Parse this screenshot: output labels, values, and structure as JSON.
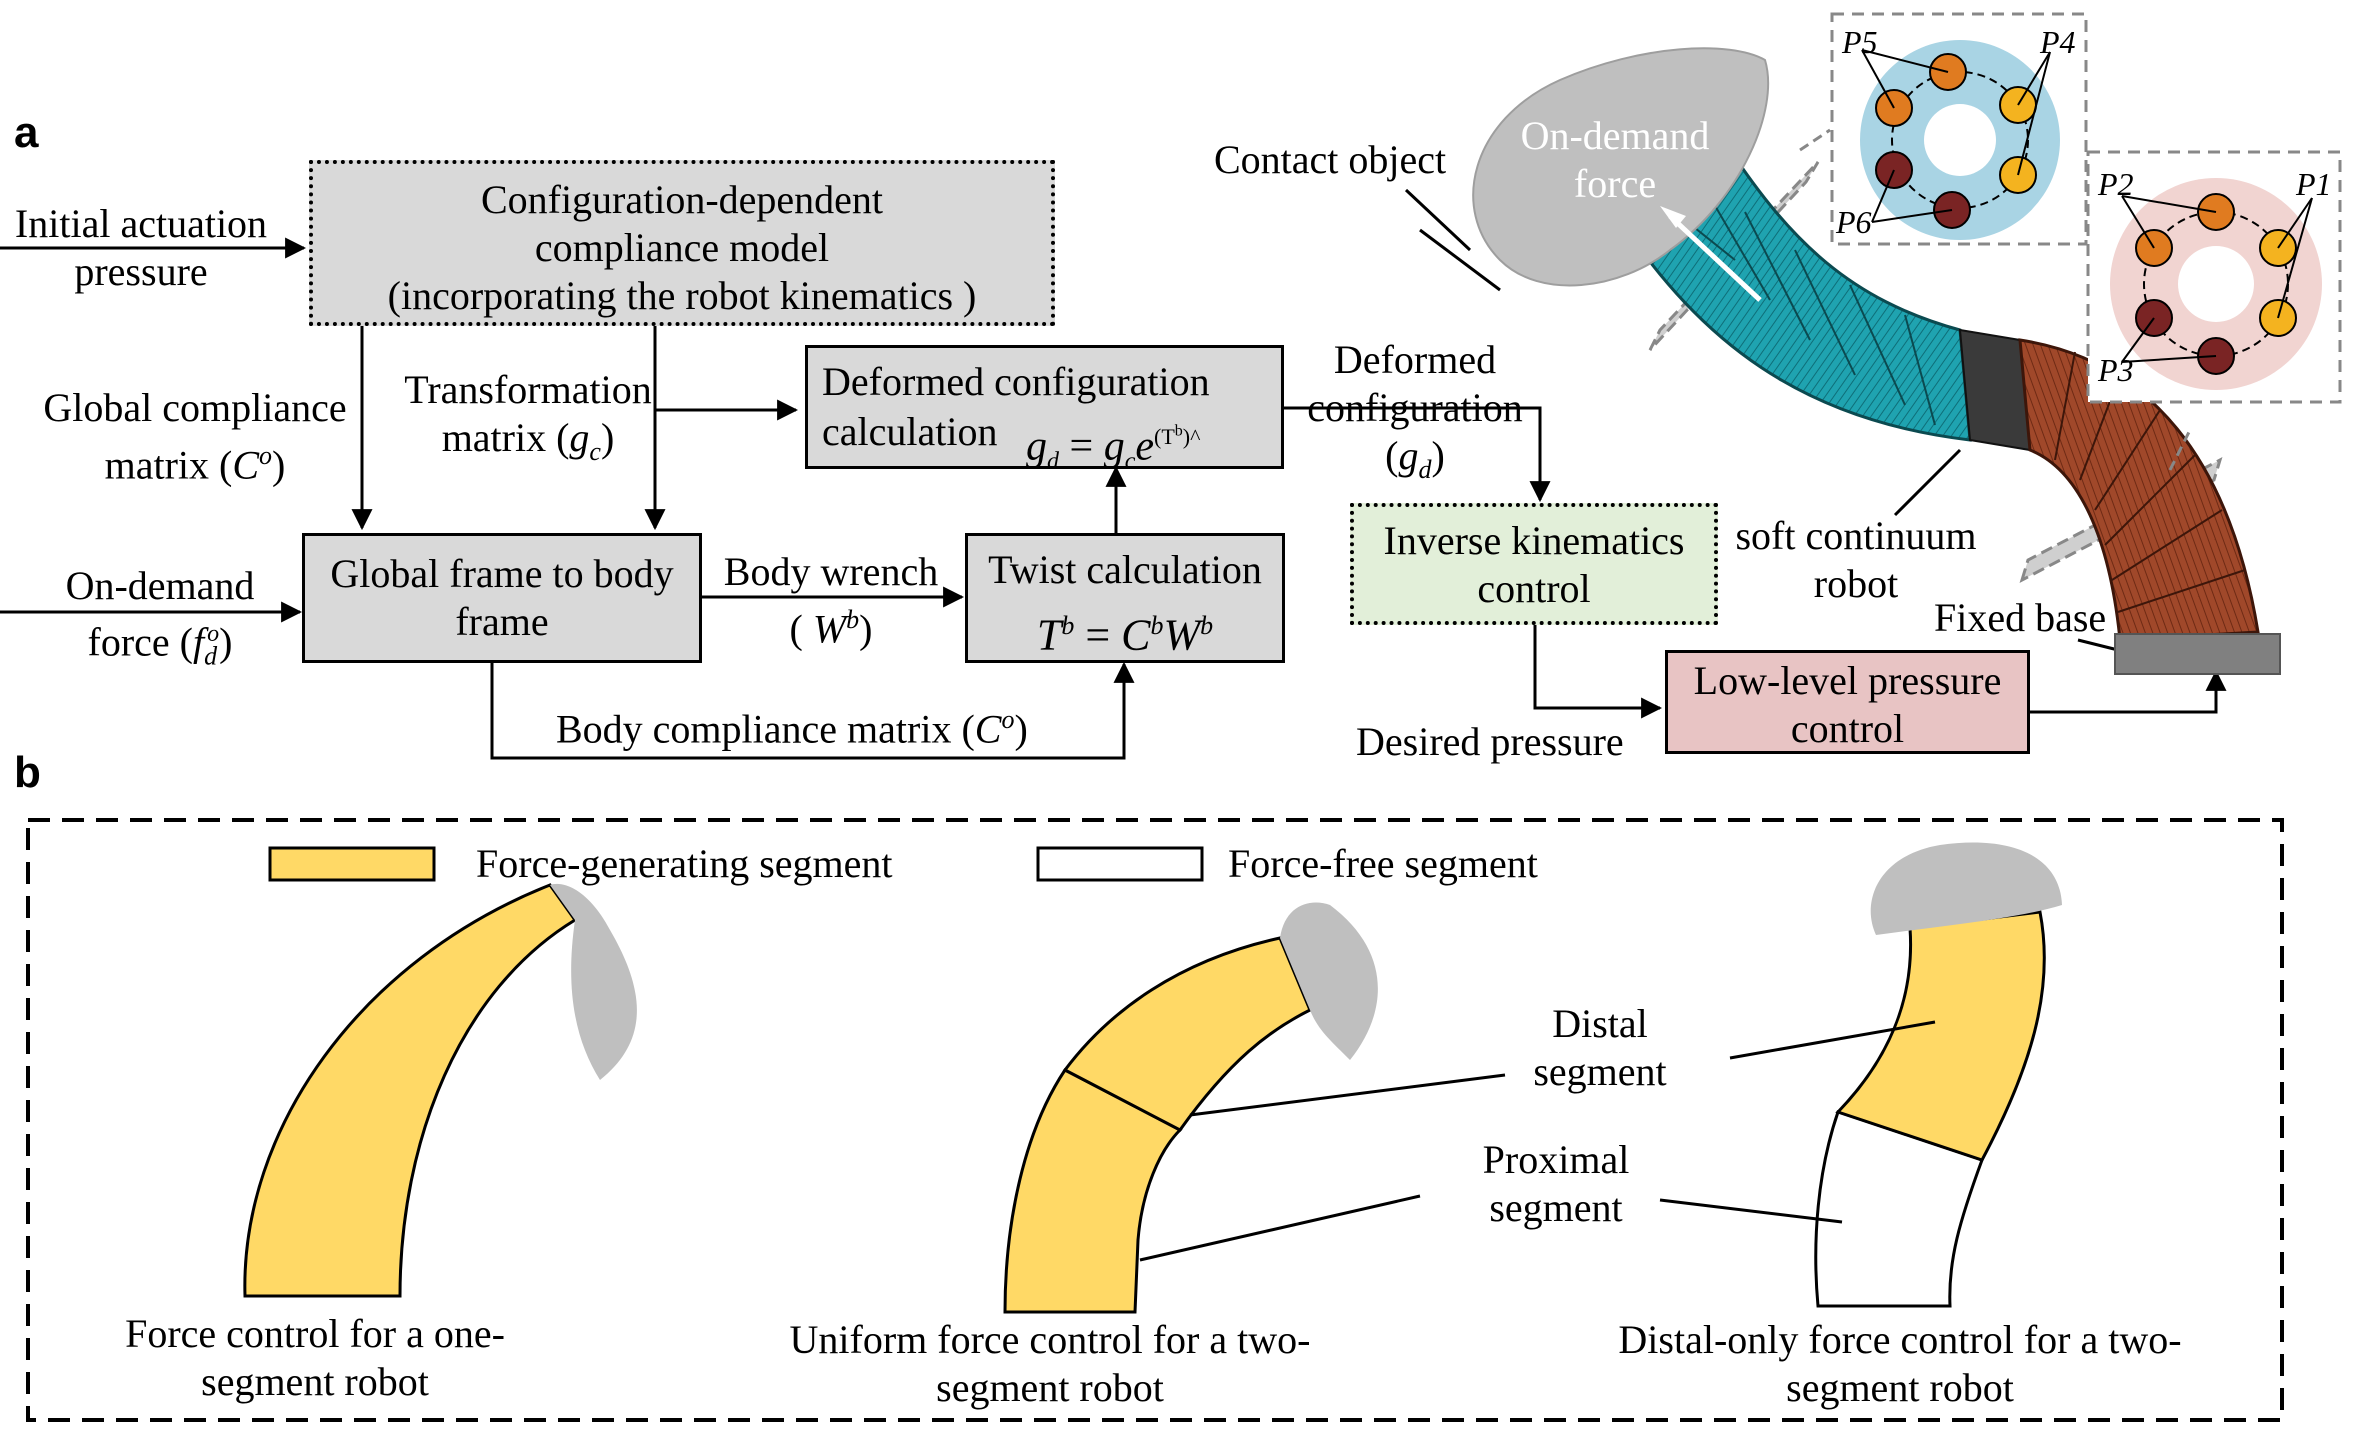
{
  "panel_a": {
    "label": "a",
    "initial_actuation": [
      "Initial actuation",
      "pressure"
    ],
    "compliance_model": [
      "Configuration-dependent",
      "compliance model",
      "(incorporating the robot kinematics )"
    ],
    "global_compliance": [
      "Global compliance",
      "matrix ("
    ],
    "global_compliance_symbol": "C",
    "global_compliance_sup": "o",
    "transformation": [
      "Transformation",
      "matrix ("
    ],
    "transformation_symbol": "g",
    "transformation_sub": "c",
    "deformed_calc": [
      "Deformed configuration",
      "calculation"
    ],
    "deformed_calc_eq": "g_d = g_c e^(T^b)^",
    "deformed_config": [
      "Deformed",
      "configuration"
    ],
    "deformed_config_symbol": "g",
    "deformed_config_sub": "d",
    "on_demand": [
      "On-demand",
      "force ("
    ],
    "on_demand_symbol": "f",
    "on_demand_sub": "d",
    "on_demand_sup": "o",
    "global_to_body": [
      "Global frame to body",
      "frame"
    ],
    "body_wrench": "Body wrench",
    "body_wrench_symbol": "W",
    "body_wrench_sup": "b",
    "twist_calc": "Twist calculation",
    "twist_eq": "T^b = C^b W^b",
    "body_compliance": "Body compliance matrix (",
    "body_compliance_symbol": "C",
    "body_compliance_sup": "o",
    "inverse_kin": [
      "Inverse kinematics",
      "control"
    ],
    "desired_pressure": "Desired pressure",
    "low_level": [
      "Low-level pressure",
      "control"
    ],
    "contact_object": "Contact object",
    "on_demand_force_label": [
      "On-demand",
      "force"
    ],
    "soft_robot": [
      "soft continuum",
      "robot"
    ],
    "fixed_base": "Fixed base",
    "chambers": [
      "P5",
      "P4",
      "P6",
      "P2",
      "P1",
      "P3"
    ]
  },
  "panel_b": {
    "label": "b",
    "legend_force": "Force-generating segment",
    "legend_free": "Force-free segment",
    "distal": [
      "Distal",
      "segment"
    ],
    "proximal": [
      "Proximal",
      "segment"
    ],
    "caption1": [
      "Force control for a one-",
      "segment robot"
    ],
    "caption2": [
      "Uniform force control for a two-",
      "segment robot"
    ],
    "caption3": [
      "Distal-only force control for a two-",
      "segment robot"
    ]
  },
  "colors": {
    "box_gray": "#d9d9d9",
    "box_green": "#e2efd9",
    "box_pink": "#e8c4c4",
    "segment_yellow": "#ffd966",
    "object_gray": "#bfbfbf",
    "robot_cyan": "#1fa3b0",
    "robot_brown": "#a0482a",
    "disk_blue": "#a9d4e4",
    "disk_pink": "#f1d4d1"
  }
}
